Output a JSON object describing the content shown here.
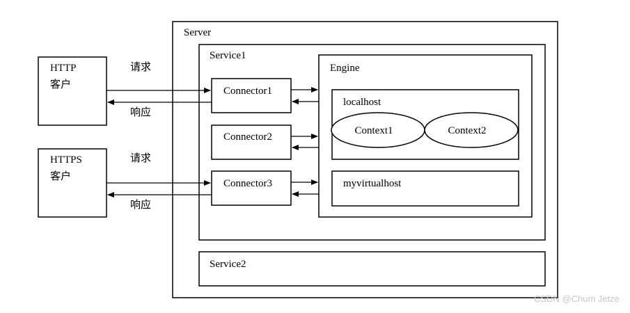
{
  "server": {
    "label": "Server"
  },
  "service1": {
    "label": "Service1"
  },
  "service2": {
    "label": "Service2"
  },
  "engine": {
    "label": "Engine"
  },
  "localhost": {
    "label": "localhost"
  },
  "contexts": [
    "Context1",
    "Context2"
  ],
  "myvirtualhost": {
    "label": "myvirtualhost"
  },
  "connectors": [
    "Connector1",
    "Connector2",
    "Connector3"
  ],
  "clients": {
    "http": {
      "line1": "HTTP",
      "line2": "客户"
    },
    "https": {
      "line1": "HTTPS",
      "line2": "客户"
    }
  },
  "arrows": {
    "http_request": "请求",
    "http_response": "响应",
    "https_request": "请求",
    "https_response": "响应"
  },
  "watermark": "CSDN @Chum Jetze"
}
